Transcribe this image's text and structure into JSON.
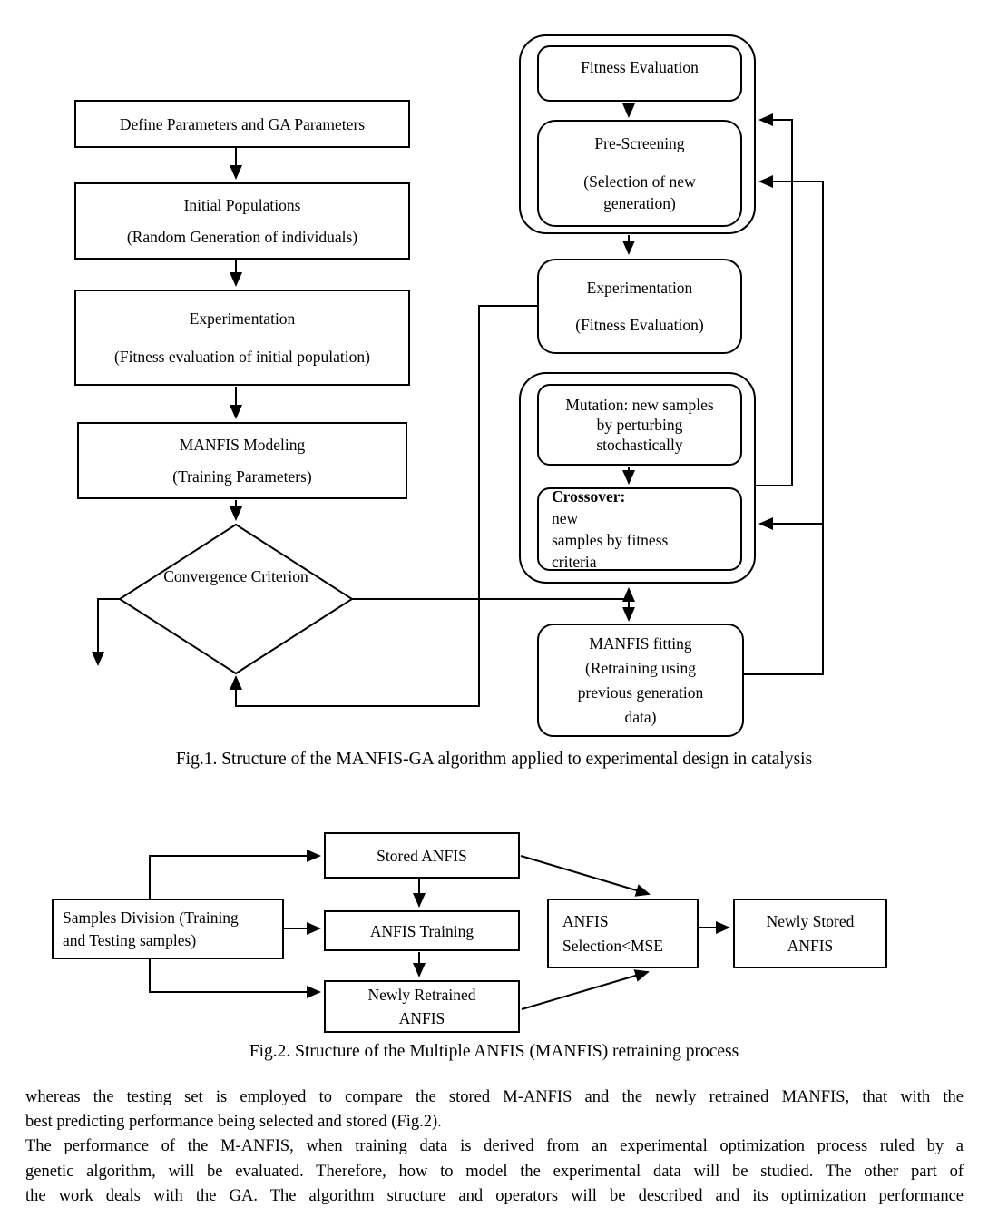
{
  "fig1": {
    "caption": "Fig.1. Structure of the MANFIS-GA algorithm applied to experimental design in catalysis",
    "nodes": {
      "define_parameters": {
        "line1": "Define Parameters and GA Parameters"
      },
      "initial_populations": {
        "line1": "Initial Populations",
        "line2": "(Random Generation of individuals)"
      },
      "experimentation_initial": {
        "line1": "Experimentation",
        "line2": "(Fitness evaluation of initial population)"
      },
      "manfis_modeling": {
        "line1": "MANFIS Modeling",
        "line2": "(Training Parameters)"
      },
      "convergence_criterion": {
        "line1": "Convergence",
        "line2": "Criterion"
      },
      "fitness_evaluation": {
        "line1": "Fitness Evaluation"
      },
      "pre_screening": {
        "line1": "Pre-Screening",
        "line2": "(Selection of new",
        "line3": "generation)"
      },
      "experimentation_fitness": {
        "line1": "Experimentation",
        "line2": "(Fitness Evaluation)"
      },
      "mutation": {
        "line1": "Mutation: new samples",
        "line2": "by perturbing",
        "line3": "stochastically"
      },
      "crossover": {
        "line1_bold": "Crossover:",
        "line1_rest": " new",
        "line2": "samples by fitness",
        "line3": "criteria"
      },
      "manfis_fitting": {
        "line1": "MANFIS fitting",
        "line2": "(Retraining using",
        "line3": "previous generation",
        "line4": "data)"
      }
    }
  },
  "fig2": {
    "caption": "Fig.2. Structure of the Multiple ANFIS (MANFIS) retraining process",
    "nodes": {
      "samples_division": {
        "line1": "Samples Division (Training",
        "line2": "and Testing samples)"
      },
      "stored_anfis": {
        "line1": "Stored ANFIS"
      },
      "anfis_training": {
        "line1": "ANFIS Training"
      },
      "newly_retrained_anfis": {
        "line1": "Newly Retrained",
        "line2": "ANFIS"
      },
      "anfis_selection": {
        "line1": "ANFIS",
        "line2": "Selection<MSE"
      },
      "newly_stored_anfis": {
        "line1": "Newly Stored",
        "line2": "ANFIS"
      }
    }
  },
  "body_text": {
    "lines": [
      "whereas the testing set is employed to compare the stored M-ANFIS and the newly retrained MANFIS, that with the",
      "best predicting performance being selected and stored (Fig.2).",
      "The performance of the M-ANFIS, when training data is derived from an experimental optimization process ruled by a",
      "genetic algorithm, will be evaluated. Therefore, how to model the experimental data will be studied. The other part of",
      "the work deals with the GA. The algorithm structure and operators will be described and its optimization performance"
    ]
  }
}
